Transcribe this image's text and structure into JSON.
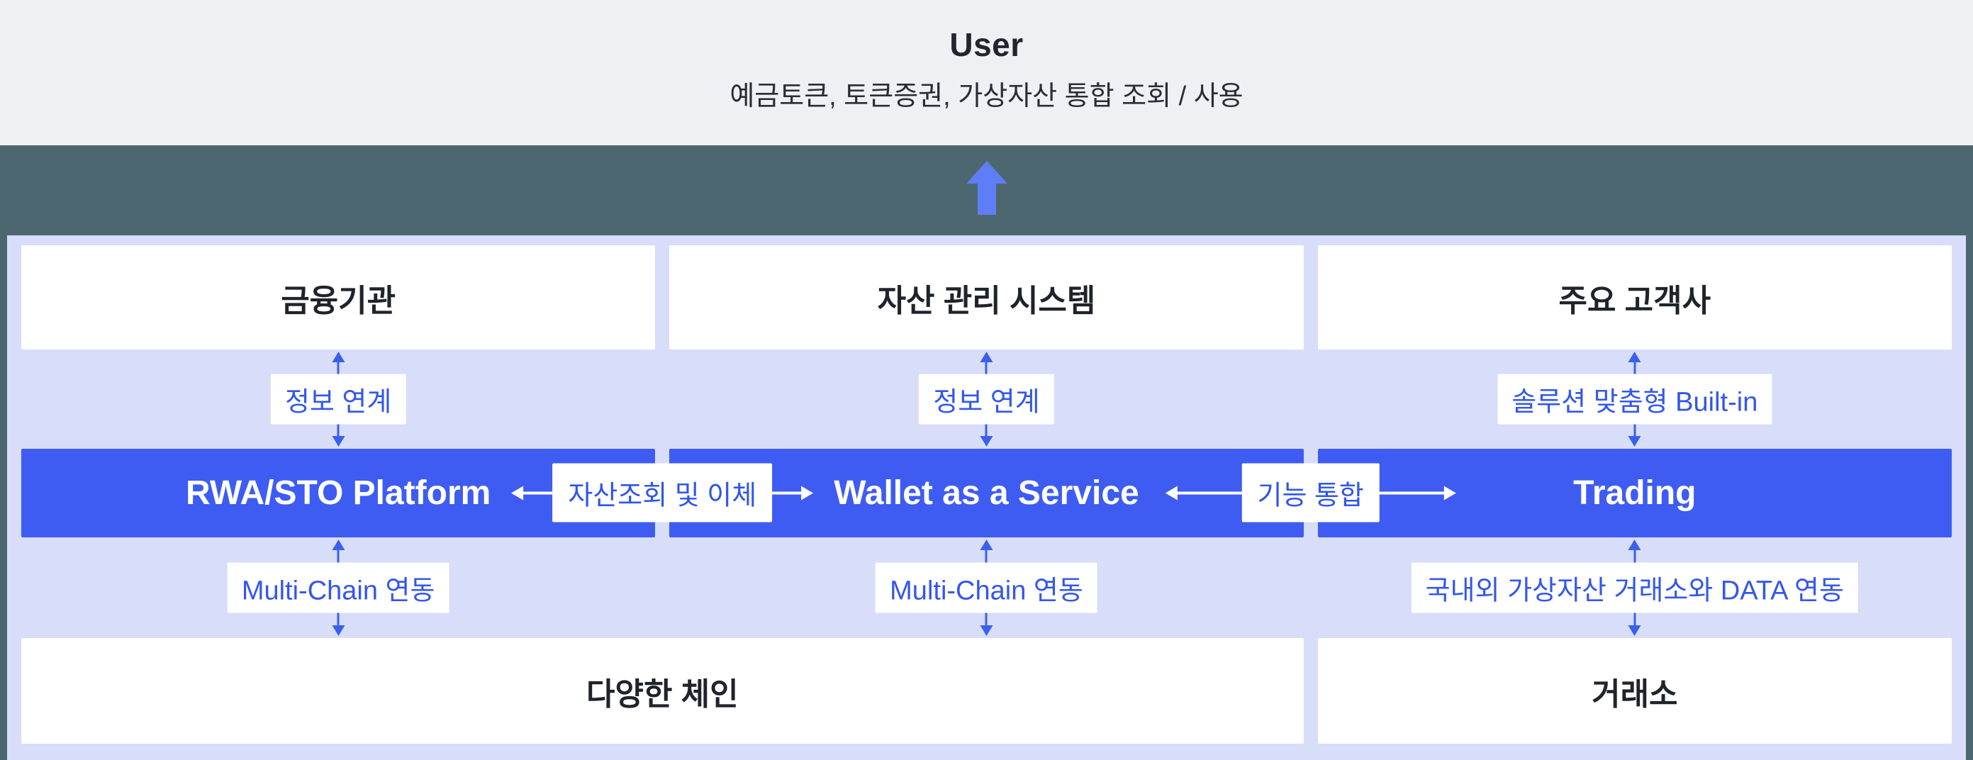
{
  "header": {
    "title": "User",
    "subtitle": "예금토큰, 토큰증권, 가상자산 통합 조회 / 사용"
  },
  "colors": {
    "header_bg": "#eef0f4",
    "teal_band": "#4d6770",
    "panel_bg": "#d8ddf9",
    "box_blue": "#3e5cf2",
    "big_arrow_blue": "#5d7ef7",
    "thin_arrow_blue": "#3a60ee",
    "label_text_blue": "#3357ec",
    "text_dark": "#1f232b",
    "box_white": "#ffffff"
  },
  "diagram": {
    "top_row": [
      {
        "label": "금융기관"
      },
      {
        "label": "자산 관리 시스템"
      },
      {
        "label": "주요 고객사"
      }
    ],
    "top_connectors": [
      {
        "label": "정보 연계"
      },
      {
        "label": "정보 연계"
      },
      {
        "label": "솔루션 맞춤형 Built-in"
      }
    ],
    "middle_row": [
      {
        "label": "RWA/STO Platform"
      },
      {
        "label": "Wallet as a Service"
      },
      {
        "label": "Trading"
      }
    ],
    "middle_links": [
      {
        "label": "자산조회 및 이체"
      },
      {
        "label": "기능 통합"
      }
    ],
    "bottom_connectors": [
      {
        "label": "Multi-Chain 연동"
      },
      {
        "label": "Multi-Chain 연동"
      },
      {
        "label": "국내외 가상자산 거래소와 DATA 연동"
      }
    ],
    "bottom_row": [
      {
        "label": "다양한 체인"
      },
      {
        "label": "거래소"
      }
    ]
  }
}
